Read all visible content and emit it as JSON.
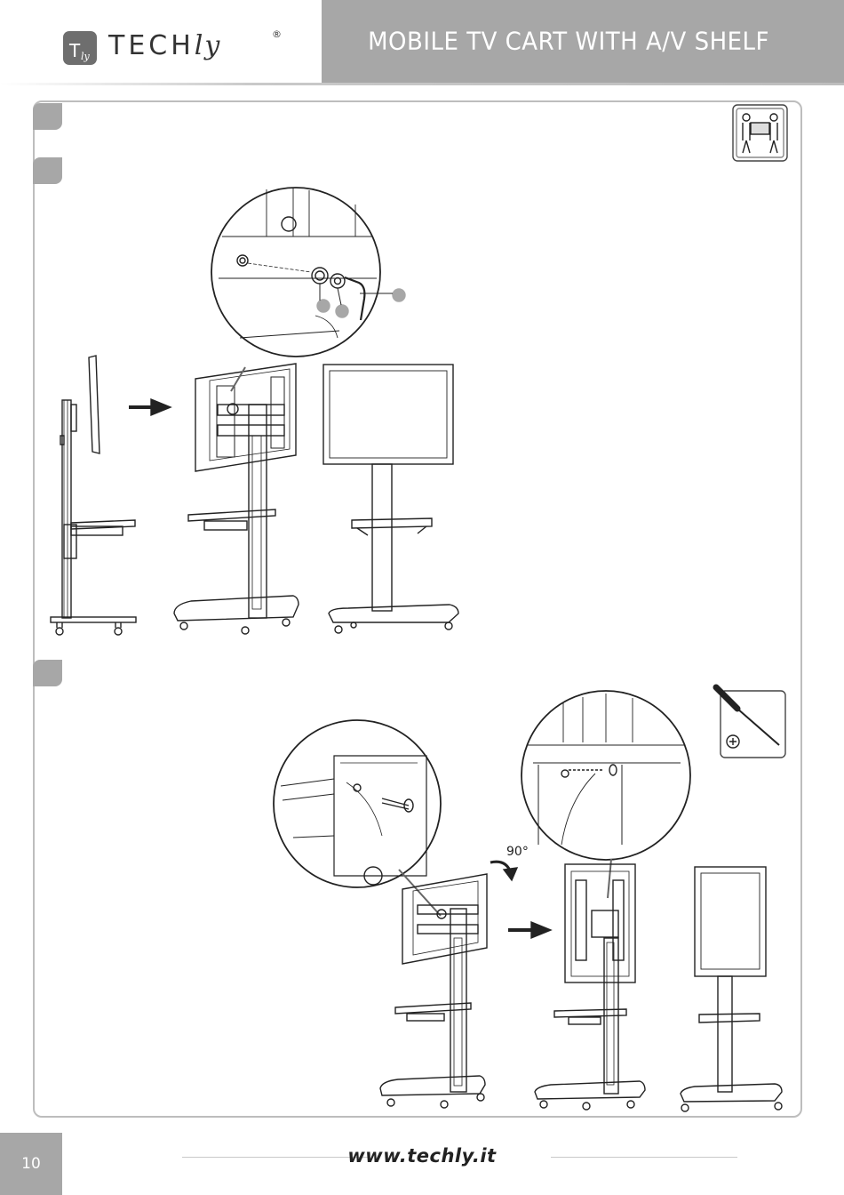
{
  "header": {
    "brand": "TECH",
    "brand_script": "ly",
    "registered_mark": "®",
    "title": "MOBILE TV CART WITH A/V SHELF"
  },
  "steps": [
    "",
    "",
    ""
  ],
  "icons": {
    "two_person_icon": "two-person-lift-icon",
    "screwdriver_icon": "phillips-screwdriver-icon"
  },
  "annotations": {
    "rotation": "90°"
  },
  "footer": {
    "page_number": "10",
    "url": "www.techly.it"
  },
  "colors": {
    "accent_gray": "#a7a7a7",
    "line": "#222222"
  }
}
